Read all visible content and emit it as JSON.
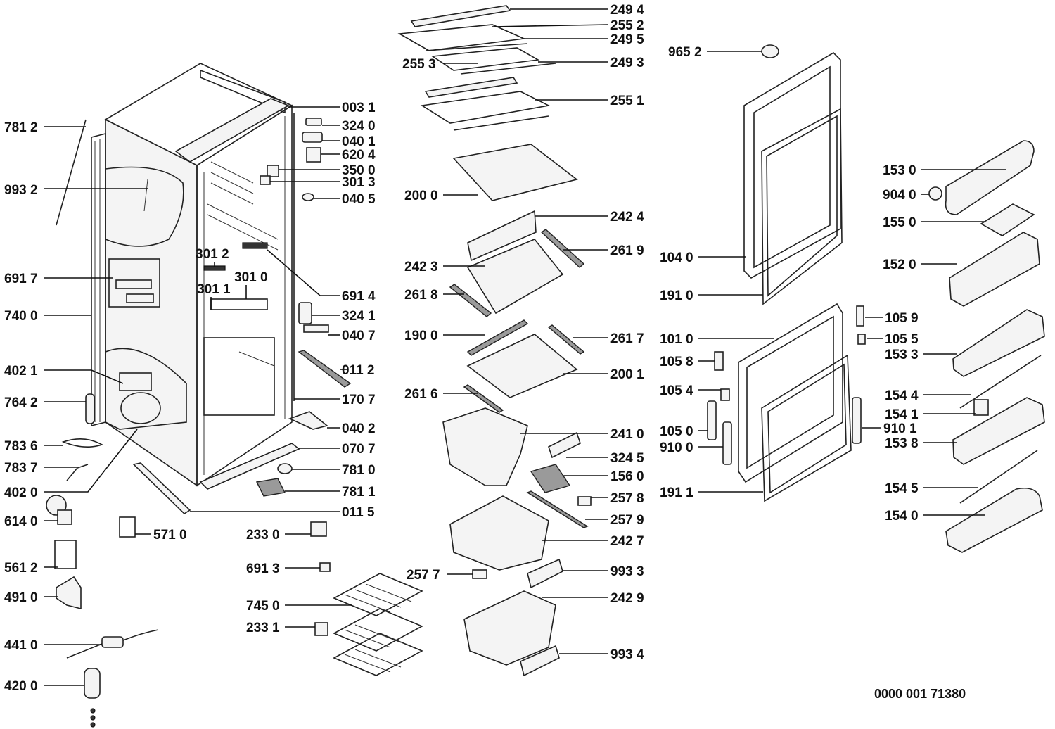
{
  "document_number": "0000 001 71380",
  "labels": {
    "p2494": "249 4",
    "p2552": "255 2",
    "p2495": "249 5",
    "p2553": "255 3",
    "p2493": "249 3",
    "p2551": "255 1",
    "p2000": "200 0",
    "p2424": "242 4",
    "p2619": "261 9",
    "p2423": "242 3",
    "p2618": "261 8",
    "p1900": "190 0",
    "p2617": "261 7",
    "p2001": "200 1",
    "p2616": "261 6",
    "p2410": "241 0",
    "p3245": "324 5",
    "p1560": "156 0",
    "p2578": "257 8",
    "p2579": "257 9",
    "p2427": "242 7",
    "p2577": "257 7",
    "p9933": "993 3",
    "p2429": "242 9",
    "p9934": "993 4",
    "p0031": "003 1",
    "p3240": "324 0",
    "p0401": "040 1",
    "p6204": "620 4",
    "p3500": "350 0",
    "p3013": "301 3",
    "p0405": "040 5",
    "p6914": "691 4",
    "p3241": "324 1",
    "p0407": "040 7",
    "p0112": "011 2",
    "p1707": "170 7",
    "p0402": "040 2",
    "p0707": "070 7",
    "p7810": "781 0",
    "p7811": "781 1",
    "p0115": "011 5",
    "p3012": "301 2",
    "p3010": "301 0",
    "p3011": "301 1",
    "p7812": "781 2",
    "p9932": "993 2",
    "p6917": "691 7",
    "p7400": "740 0",
    "p4021": "402 1",
    "p7642": "764 2",
    "p7836": "783 6",
    "p7837": "783 7",
    "p4020": "402 0",
    "p6140": "614 0",
    "p5710": "571 0",
    "p5612": "561 2",
    "p4910": "491 0",
    "p4410": "441 0",
    "p4200": "420 0",
    "p2330": "233 0",
    "p6913": "691 3",
    "p7450": "745 0",
    "p2331": "233 1",
    "p9652": "965 2",
    "p1040": "104 0",
    "p1910": "191 0",
    "p1010": "101 0",
    "p1058": "105 8",
    "p1054": "105 4",
    "p1050": "105 0",
    "p9100": "910 0",
    "p1911": "191 1",
    "p1059": "105 9",
    "p1055": "105 5",
    "p9101": "910 1",
    "p1530": "153 0",
    "p9040": "904 0",
    "p1550": "155 0",
    "p1520": "152 0",
    "p1533": "153 3",
    "p1544": "154 4",
    "p1541": "154 1",
    "p1538": "153 8",
    "p1545": "154 5",
    "p1540": "154 0"
  },
  "colors": {
    "line": "#111111",
    "background": "#ffffff",
    "part_fill": "#f4f4f4"
  }
}
